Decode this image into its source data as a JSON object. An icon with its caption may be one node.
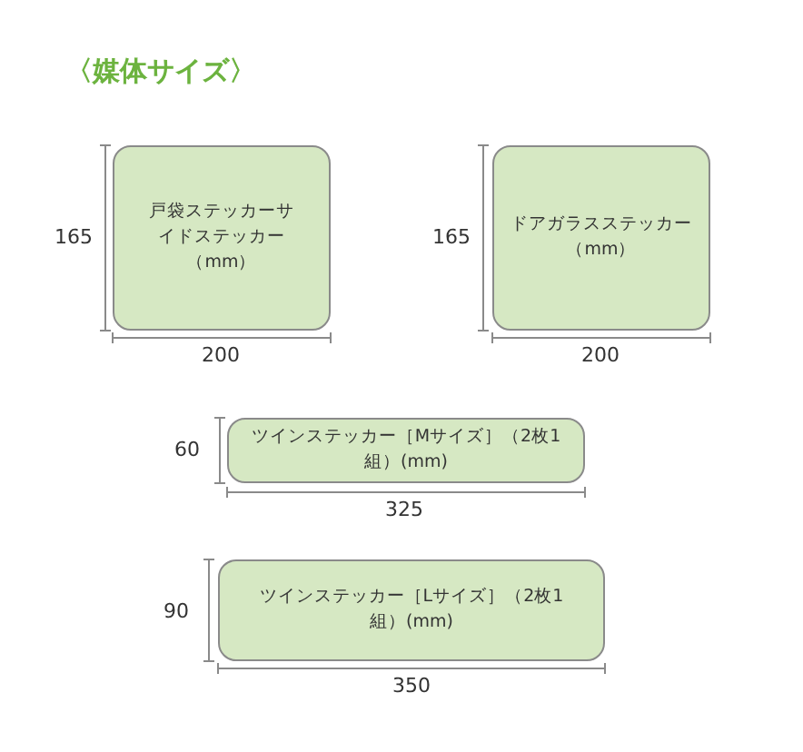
{
  "diagram": {
    "title": "〈媒体サイズ〉",
    "nodes": [
      {
        "text": [
          "戸袋ステッカーサイドステッカー（mm）"
        ]
      },
      {
        "text": [
          "ドアガラスステッカー（mm）"
        ]
      },
      {
        "text": [
          "ツインステッカー［Mサイズ］（2枚1組）(mm)"
        ]
      },
      {
        "text": [
          "ツインステッカー［Lサイズ］（2枚1組）(mm)"
        ]
      }
    ],
    "edges": [],
    "labels": [
      "165",
      "165",
      "200",
      "200",
      "60",
      "325",
      "90",
      "350"
    ]
  }
}
